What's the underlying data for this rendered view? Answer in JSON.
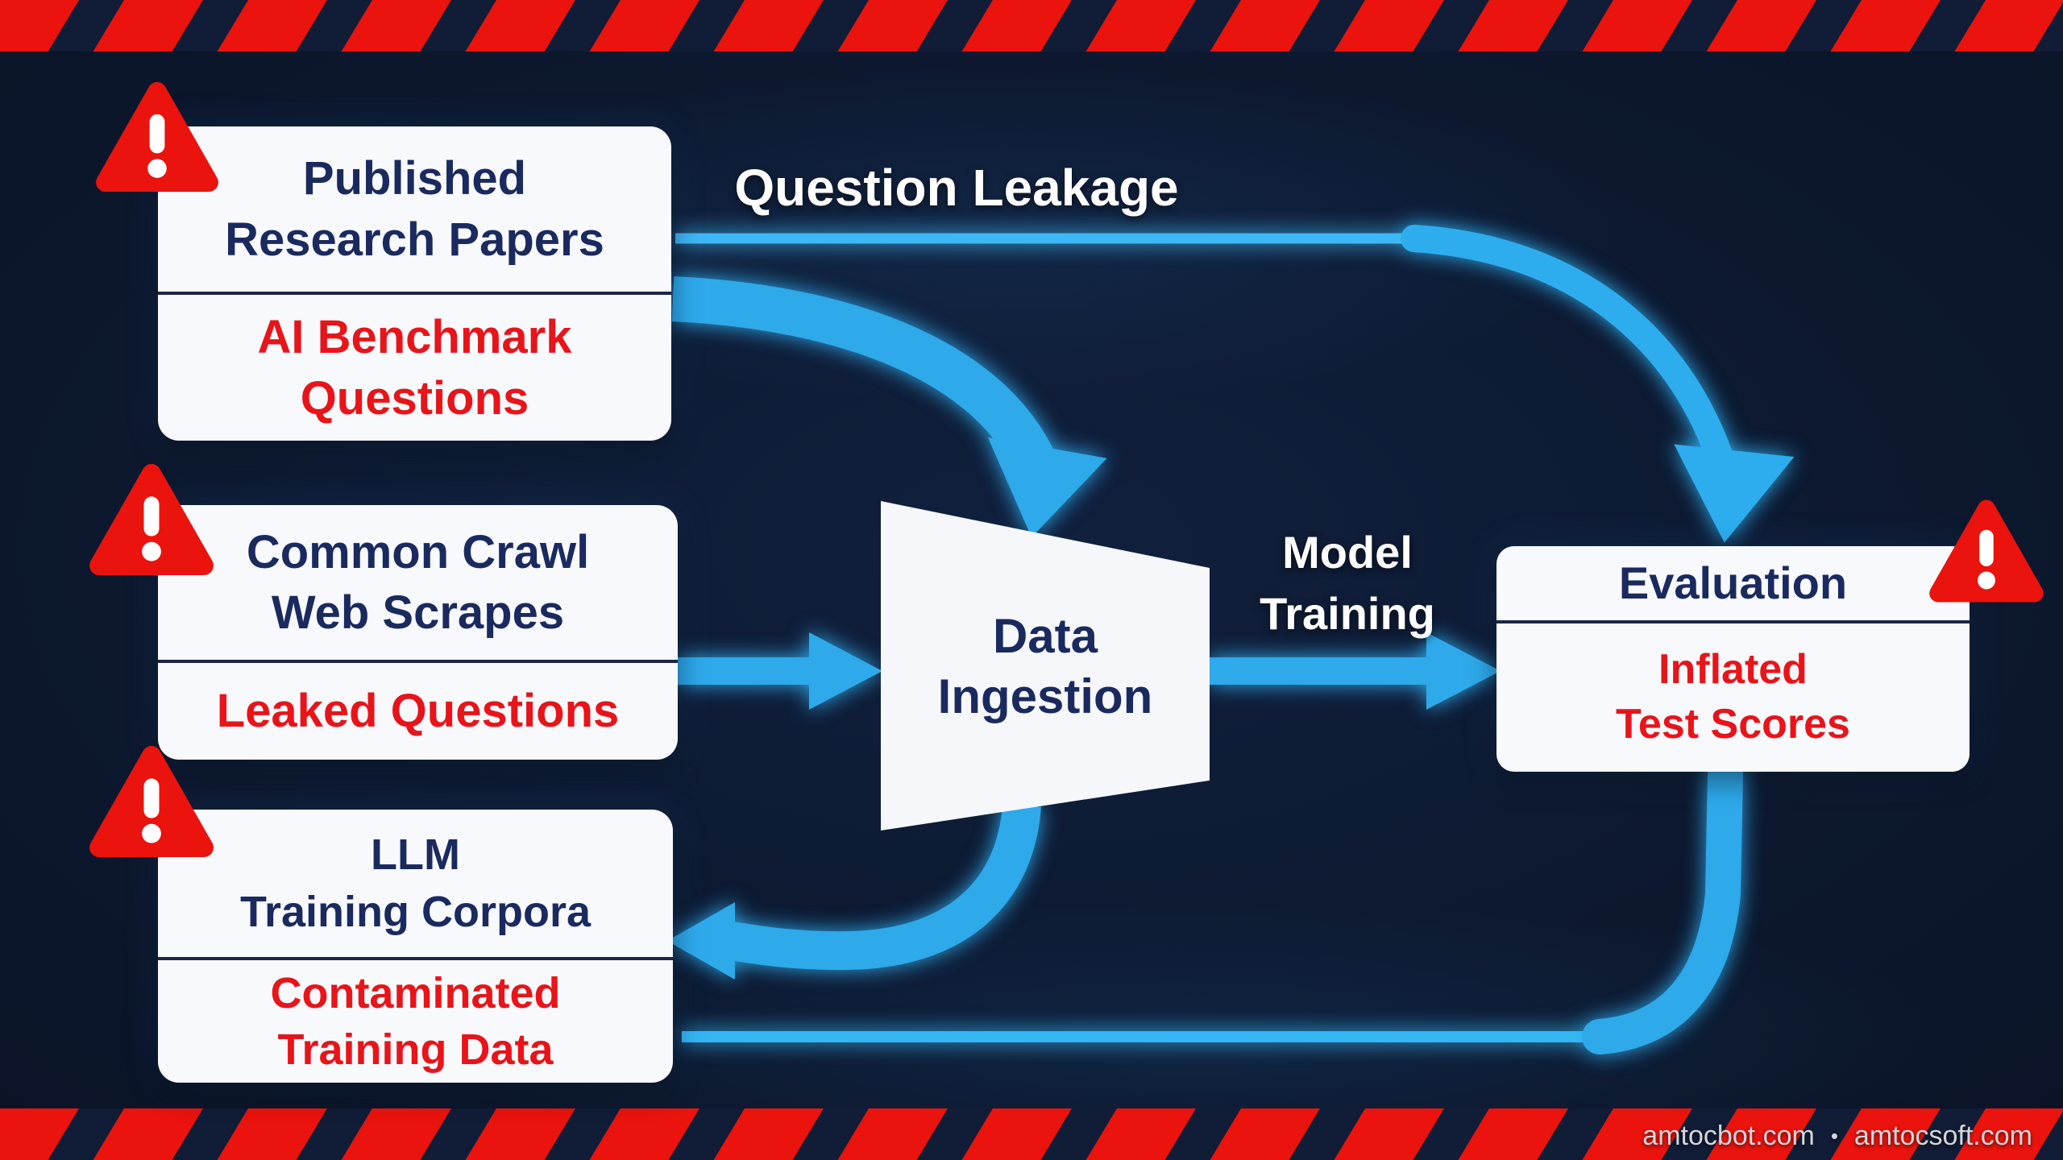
{
  "labels": {
    "question_leakage": "Question Leakage",
    "model_training_line1": "Model",
    "model_training_line2": "Training"
  },
  "nodes": {
    "published": {
      "title_line1": "Published",
      "title_line2": "Research Papers",
      "subtitle_line1": "AI Benchmark",
      "subtitle_line2": "Questions"
    },
    "common_crawl": {
      "title_line1": "Common Crawl",
      "title_line2": "Web Scrapes",
      "subtitle": "Leaked Questions"
    },
    "llm_corpora": {
      "title_line1": "LLM",
      "title_line2": "Training Corpora",
      "subtitle_line1": "Contaminated",
      "subtitle_line2": "Training Data"
    },
    "data_ingestion": {
      "line1": "Data",
      "line2": "Ingestion"
    },
    "evaluation": {
      "title": "Evaluation",
      "subtitle_line1": "Inflated",
      "subtitle_line2": "Test Scores"
    }
  },
  "watermark": {
    "site_left": "amtocbot.com",
    "separator": "•",
    "site_right": "amtocsoft.com"
  },
  "icons": {
    "warning": "warning-triangle-exclamation"
  },
  "colors": {
    "background_navy": "#0b1529",
    "hazard_red": "#ea130d",
    "alert_text_red": "#e8141a",
    "node_white": "#f7f9fc",
    "navy_text": "#1b2a5e",
    "arrow_blue": "#2fa9ea",
    "thin_line_blue": "#3db8f4",
    "watermark_gray": "#d4d6db"
  }
}
